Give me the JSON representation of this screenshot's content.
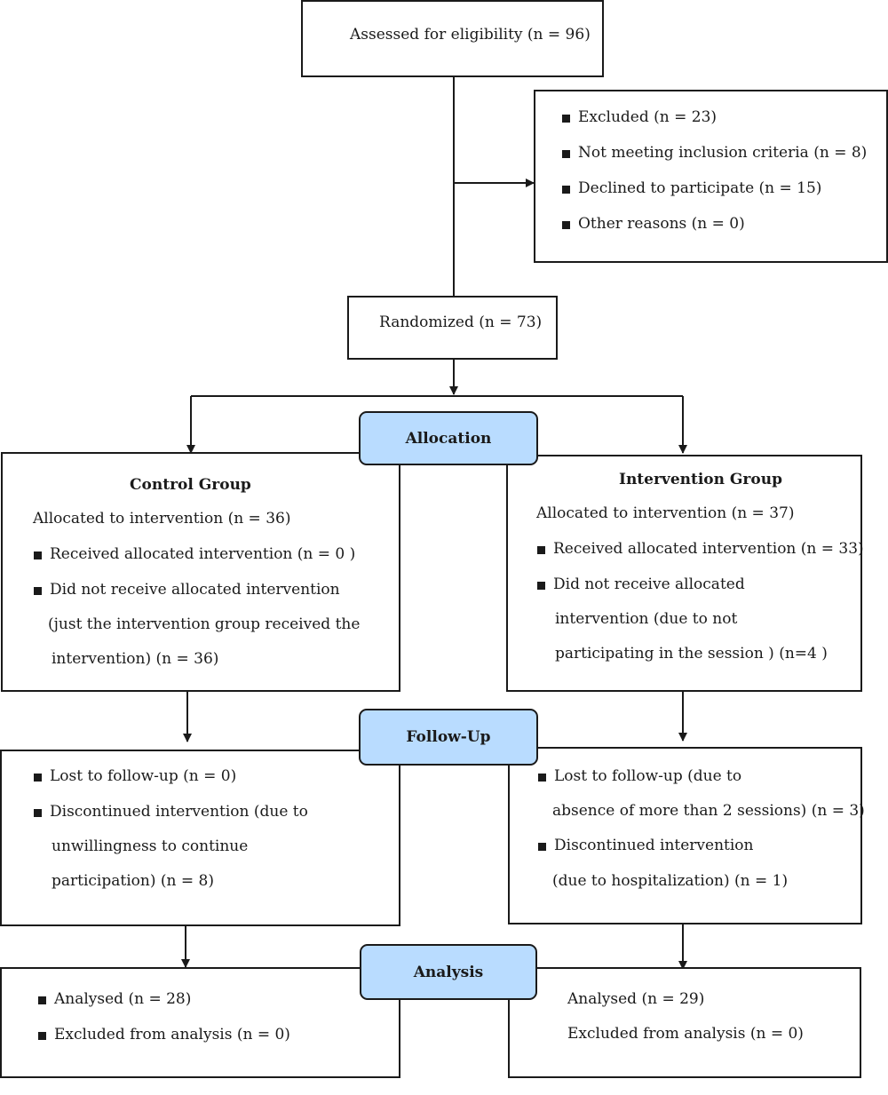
{
  "enrollment": {
    "assessed": "Assessed for eligibility (n = 96)",
    "excluded": [
      "Excluded (n = 23)",
      "Not meeting inclusion criteria (n = 8)",
      "Declined to participate (n = 15)",
      "Other reasons (n = 0)"
    ],
    "randomized": "Randomized (n = 73)"
  },
  "stages": {
    "allocation": "Allocation",
    "follow_up": "Follow-Up",
    "analysis": "Analysis"
  },
  "control": {
    "title": "Control Group",
    "allocated": "Allocated to intervention (n = 36)",
    "received": "Received allocated intervention (n = 0 )",
    "not_received": [
      "Did not receive allocated intervention",
      "(just the intervention group received the",
      "intervention) (n = 36)"
    ],
    "lost": "Lost to follow-up (n = 0)",
    "discontinued": [
      "Discontinued intervention (due to",
      "unwillingness to continue",
      "participation) (n = 8)"
    ],
    "analysed": "Analysed (n = 28)",
    "excluded_analysis": "Excluded from analysis (n = 0)"
  },
  "intervention": {
    "title": "Intervention Group",
    "allocated": "Allocated to intervention (n = 37)",
    "received": "Received allocated intervention (n = 33)",
    "not_received": [
      "Did not receive allocated",
      "intervention (due to not",
      "participating in the session ) (n=4  )"
    ],
    "lost": [
      "Lost to follow-up (due to",
      "absence of more than 2 sessions) (n = 3)"
    ],
    "discontinued": [
      "Discontinued intervention",
      "(due to hospitalization) (n = 1)"
    ],
    "analysed": "Analysed (n = 29)",
    "excluded_analysis": "Excluded from analysis (n = 0)"
  }
}
